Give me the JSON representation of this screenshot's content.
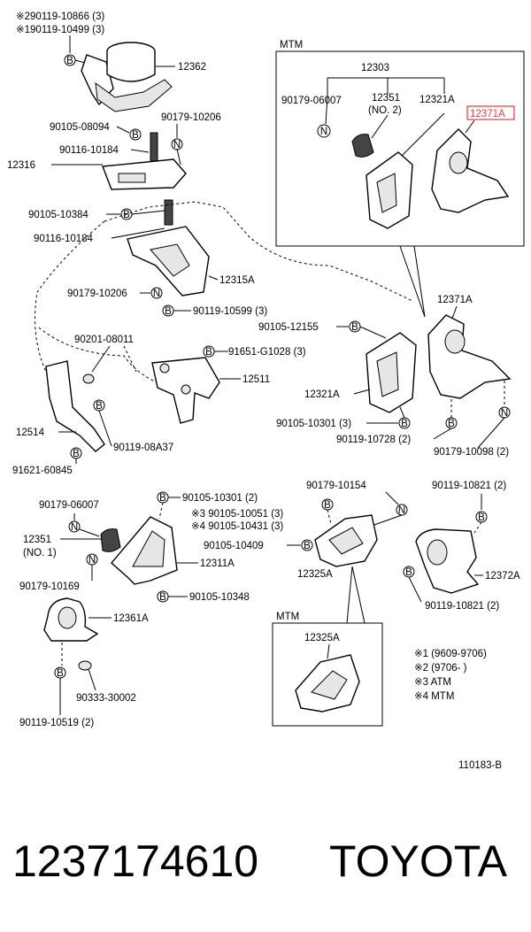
{
  "labels": {
    "note_top_1": "※290119-10866 (3)",
    "note_top_2": "※190119-10499 (3)",
    "p12362": "12362",
    "p90105_08094": "90105-08094",
    "p90179_10206_top": "90179-10206",
    "p90116_10184_top": "90116-10184",
    "p12316": "12316",
    "p90105_10384": "90105-10384",
    "p90116_10184_mid": "90116-10184",
    "p90179_10206_mid": "90179-10206",
    "p12315A": "12315A",
    "p90119_10599": "90119-10599 (3)",
    "p90201_08011": "90201-08011",
    "p91651_G1028": "91651-G1028 (3)",
    "p12511": "12511",
    "p12514": "12514",
    "p90119_08A37": "90119-08A37",
    "p91621_60845": "91621-60845",
    "mtm_title": "MTM",
    "p12303": "12303",
    "p90179_06007_mtm": "90179-06007",
    "p12351_no2": "12351",
    "no2": "(NO. 2)",
    "p12321A_mtm": "12321A",
    "p12371A_mtm": "12371A",
    "p12371A": "12371A",
    "p90105_12155": "90105-12155",
    "p12321A": "12321A",
    "p90105_10301_a": "90105-10301 (3)",
    "p90119_10728": "90119-10728 (2)",
    "p90179_10098": "90179-10098 (2)",
    "p90179_06007": "90179-06007",
    "p12351_no1": "12351",
    "no1": "(NO. 1)",
    "p90179_10169": "90179-10169",
    "p90105_10301_b": "90105-10301 (2)",
    "p90105_10051": "※3 90105-10051 (3)",
    "p90105_10431": "※4 90105-10431 (3)",
    "p12311A": "12311A",
    "p90105_10348": "90105-10348",
    "p12361A": "12361A",
    "p90333_30002": "90333-30002",
    "p90119_10519": "90119-10519 (2)",
    "p90179_10154": "90179-10154",
    "p90105_10409": "90105-10409",
    "p12325A": "12325A",
    "p90119_10821_top": "90119-10821 (2)",
    "p12372A": "12372A",
    "p90119_10821_bot": "90119-10821 (2)",
    "mtm_title_2": "MTM",
    "p12325A_mtm": "12325A",
    "legend_1": "※1 (9609-9706)",
    "legend_2": "※2 (9706-        )",
    "legend_3": "※3  ATM",
    "legend_4": "※4  MTM",
    "diagram_code": "110183-B",
    "part_number": "1237174610",
    "brand": "TOYOTA"
  },
  "callout_glyphs": {
    "bolt": "B",
    "nut": "N"
  },
  "colors": {
    "highlight": "#e23a3a",
    "ink": "#000000"
  }
}
